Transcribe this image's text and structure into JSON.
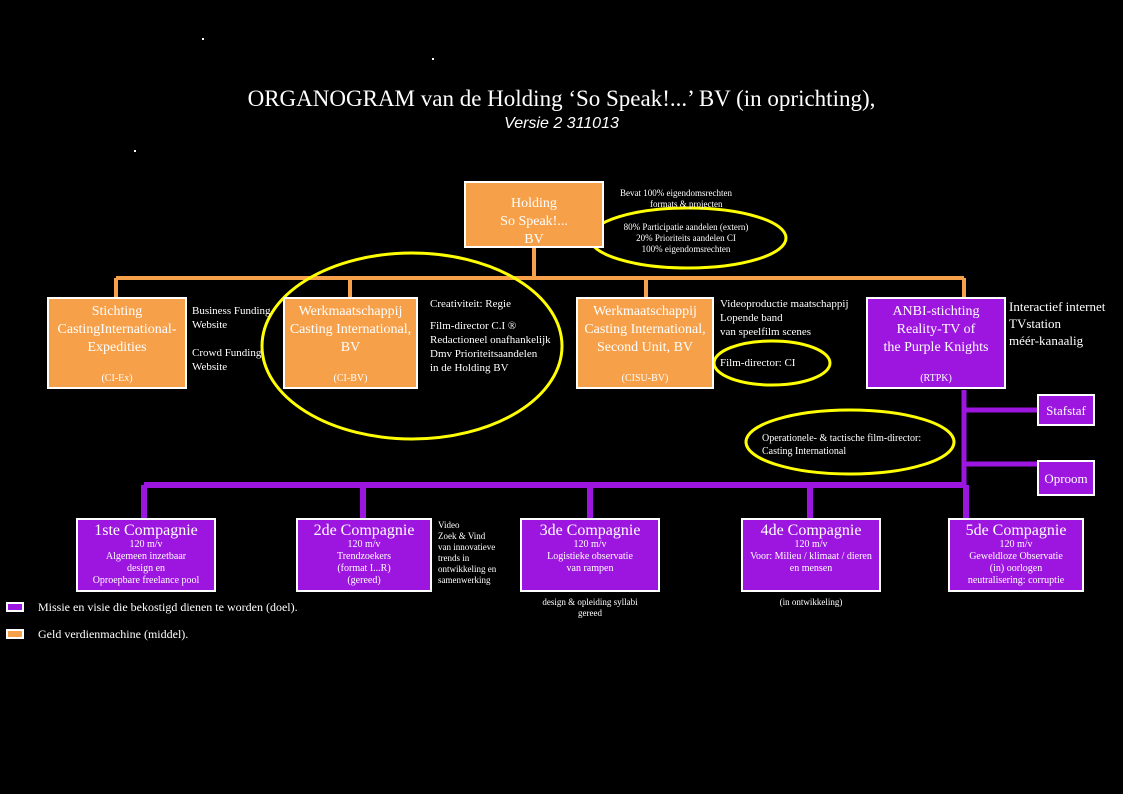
{
  "header": {
    "title": "ORGANOGRAM van de Holding ‘So Speak!...’ BV (in oprichting),",
    "subtitle": "Versie 2 311013"
  },
  "holding": {
    "lines": [
      "Holding",
      "So Speak!...",
      "BV"
    ]
  },
  "holding_notes": {
    "l1": "Bevat 100% eigendomsrechten",
    "l2": "formats & projecten",
    "l3": "80% Participatie aandelen (extern)",
    "l4": "20% Prioriteits aandelen CI",
    "l5": "100% eigendomsrechten"
  },
  "subsidiaries": [
    {
      "lines": [
        "Stichting",
        "CastingInternational-",
        "Expedities"
      ],
      "code": "(CI-Ex)"
    },
    {
      "lines": [
        "Werkmaatschappij",
        "Casting International,",
        "BV"
      ],
      "code": "(CI-BV)"
    },
    {
      "lines": [
        "Werkmaatschappij",
        "Casting International,",
        "Second Unit, BV"
      ],
      "code": "(CISU-BV)"
    },
    {
      "lines": [
        "ANBI-stichting",
        "Reality-TV of",
        "the Purple Knights"
      ],
      "code": "(RTPK)"
    }
  ],
  "notes": {
    "ciex": [
      "Business Funding",
      "Website",
      "",
      "Crowd Funding",
      "Website"
    ],
    "cibv": [
      "Creativiteit: Regie",
      "",
      "Film-director C.I ®",
      "Redactioneel onafhankelijk",
      "Dmv Prioriteitsaandelen",
      "in de Holding BV"
    ],
    "cisu": [
      "Videoproductie maatschappij",
      "Lopende band",
      "van speelfilm scenes"
    ],
    "cisu_director": "Film-director:  CI",
    "rtpk": [
      "Interactief internet",
      "TVstation",
      "méér-kanaalig"
    ],
    "operational": [
      "Operationele- & tactische film-director:",
      "Casting International"
    ]
  },
  "side_boxes": {
    "stafstaf": "Stafstaf",
    "oproom": "Oproom"
  },
  "companies": [
    {
      "name": "1ste Compagnie",
      "lines": [
        "120 m/v",
        "Algemeen inzetbaar",
        "design en",
        "Oproepbare freelance pool"
      ]
    },
    {
      "name": "2de Compagnie",
      "lines": [
        "120 m/v",
        "Trendzoekers",
        "(format I...R)",
        "(gereed)"
      ]
    },
    {
      "name": "3de Compagnie",
      "lines": [
        "120 m/v",
        "Logistieke observatie",
        "van rampen"
      ]
    },
    {
      "name": "4de Compagnie",
      "lines": [
        "120 m/v",
        "Voor: Milieu / klimaat / dieren",
        "en mensen"
      ]
    },
    {
      "name": "5de Compagnie",
      "lines": [
        "120 m/v",
        "Geweldloze Observatie",
        "(in) oorlogen",
        "neutralisering: corruptie"
      ]
    }
  ],
  "company_notes": {
    "c2": [
      "Video",
      "Zoek & Vind",
      "van innovatieve",
      "trends in",
      "ontwikkeling en",
      "samenwerking"
    ],
    "c3": [
      "design & opleiding syllabi",
      "gereed"
    ],
    "c4": "(in ontwikkeling)"
  },
  "legend": {
    "purple": "Missie en visie die bekostigd dienen te worden (doel).",
    "orange": "Geld verdienmachine (middel).",
    "purple_color": "#9d16e0",
    "orange_color": "#f7a04a"
  },
  "colors": {
    "orange": "#f7a04a",
    "purple": "#9d16e0",
    "highlight": "#ffff00",
    "background": "#000000"
  }
}
